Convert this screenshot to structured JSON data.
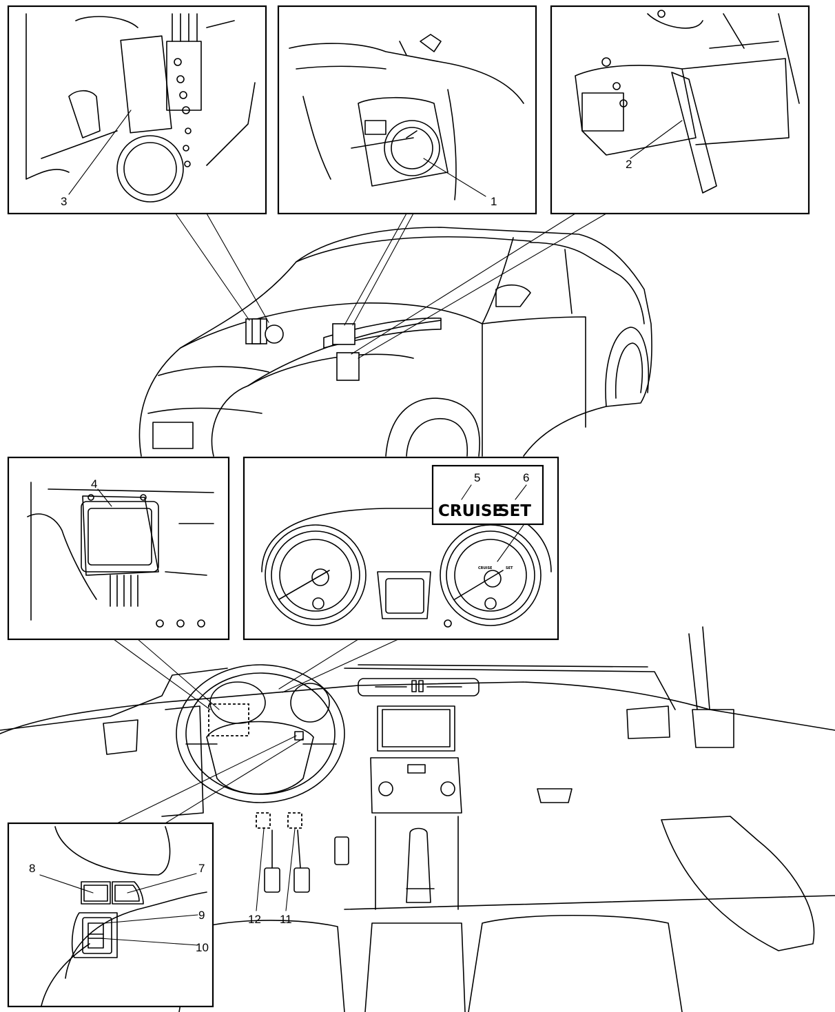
{
  "callouts": {
    "c1": "1",
    "c2": "2",
    "c3": "3",
    "c4": "4",
    "c5": "5",
    "c6": "6",
    "c7": "7",
    "c8": "8",
    "c9": "9",
    "c10": "10",
    "c11": "11",
    "c12": "12"
  },
  "indicators": {
    "cruise": "CRUISE",
    "set": "SET",
    "cruise_small": "CRUISE",
    "set_small": "SET"
  },
  "colors": {
    "line": "#000000",
    "background": "#ffffff"
  }
}
